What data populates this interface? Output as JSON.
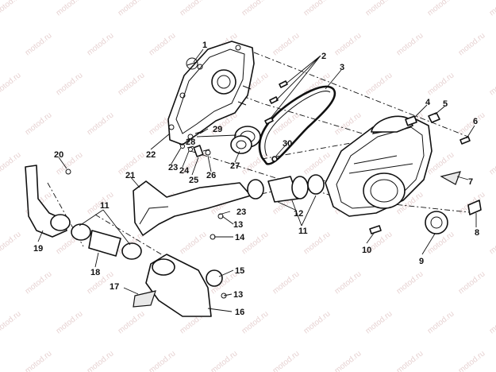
{
  "watermark": "motod.ru",
  "callouts": [
    {
      "n": "1"
    },
    {
      "n": "2"
    },
    {
      "n": "3"
    },
    {
      "n": "4"
    },
    {
      "n": "5"
    },
    {
      "n": "6"
    },
    {
      "n": "7"
    },
    {
      "n": "8"
    },
    {
      "n": "9"
    },
    {
      "n": "10"
    },
    {
      "n": "11"
    },
    {
      "n": "11"
    },
    {
      "n": "12"
    },
    {
      "n": "13"
    },
    {
      "n": "13"
    },
    {
      "n": "14"
    },
    {
      "n": "15"
    },
    {
      "n": "16"
    },
    {
      "n": "17"
    },
    {
      "n": "18"
    },
    {
      "n": "19"
    },
    {
      "n": "20"
    },
    {
      "n": "21"
    },
    {
      "n": "22"
    },
    {
      "n": "23"
    },
    {
      "n": "23"
    },
    {
      "n": "24"
    },
    {
      "n": "25"
    },
    {
      "n": "26"
    },
    {
      "n": "27"
    },
    {
      "n": "28"
    },
    {
      "n": "29"
    },
    {
      "n": "30"
    }
  ]
}
